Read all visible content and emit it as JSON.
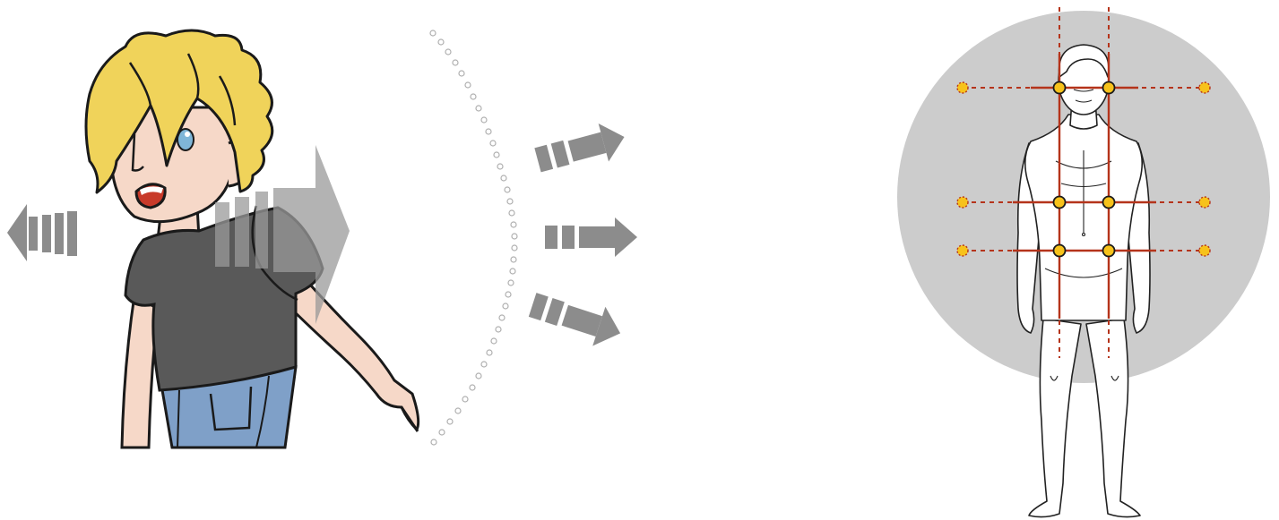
{
  "illustration": {
    "left_panel": {
      "character": "cartoon-boy-pointing",
      "left_arrow_icon": "arrow-left-icon",
      "right_arrow_icon": "arrow-right-icon",
      "signal_arc": "dotted-arc"
    },
    "middle_panel": {
      "arrows": [
        "arrow-up-right-icon",
        "arrow-right-icon",
        "arrow-down-right-icon"
      ]
    },
    "right_panel": {
      "figure": "human-body-outline",
      "background": "gray-circle",
      "guide_lines": "proportion-guides"
    }
  },
  "colors": {
    "hair": "#f0d35a",
    "skin": "#f6d8c8",
    "shirt": "#595959",
    "jeans": "#7fa0c8",
    "arrow_gray": "#8c8c8c",
    "circle_gray": "#cccccc",
    "guide_red": "#b5341b",
    "joint_yellow": "#f7c21b",
    "outline": "#1a1a1a"
  }
}
